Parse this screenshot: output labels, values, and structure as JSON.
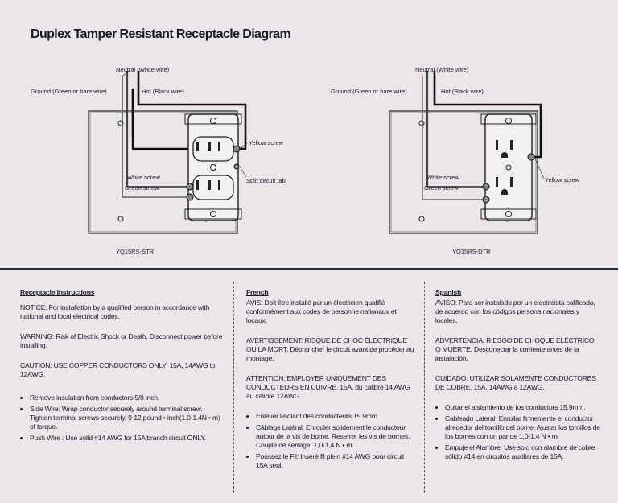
{
  "title": "Duplex Tamper Resistant Receptacle Diagram",
  "diagram_left": {
    "label_neutral": "Neutral (White wire)",
    "label_ground": "Ground (Green or bare wire)",
    "label_hot": "Hot (Black wire)",
    "label_yellow": "Yellow screw",
    "label_split": "Split circuit tab",
    "label_white_screw": "White screw",
    "label_green_screw": "Green screw",
    "model": "YQ15RS-STR"
  },
  "diagram_right": {
    "label_neutral": "Neutral (White wire)",
    "label_ground": "Ground (Green or bare wire)",
    "label_hot": "Hot (Black wire)",
    "label_yellow": "Yellow screw",
    "label_white_screw": "White screw",
    "label_green_screw": "Green screw",
    "model": "YQ15RS-DTR"
  },
  "english": {
    "heading": "Receptacle Instructions",
    "notice": "NOTICE: For installation by a qualified person in accordance with national and local electrical codes.",
    "warning": "WARNING: Risk of Electric Shock or Death. Disconnect power before installing.",
    "caution": "CAUTION: USE COPPER CONDUCTORS ONLY; 15A, 14AWG to 12AWG.",
    "bullets": [
      "Remove insulation from conductors 5/8 inch.",
      "Side Wire: Wrap conductor securely around terminal screw. Tighten terminal screws securely, 9-12 pound • inch(1.0-1.4N • m) of torque.",
      "Push Wire : Use solid #14 AWG for 15A branch circuit ONLY."
    ]
  },
  "french": {
    "heading": "French",
    "avis": "AVIS: Doit être installé par un électricien qualifié conformément aux codes de personne nationaux et locaux.",
    "warning": "AVERTISSEMENT: RISQUE DE CHOC ÉLECTRIQUE OU LA MORT. Débrancher le circuit avant de procéder au montage.",
    "caution": "ATTENTION: EMPLOYER UNIQUEMENT DES CONDUCTEURS EN CUIVRE. 15A, du calibre 14 AWG au calibre 12AWG.",
    "bullets": [
      "Enlever l'isolant des conducteurs 15.9mm.",
      "Câblage Latéral: Enrouler solidement le conducteur autour de la vis de borne. Reserrer les vis de bornes. Couple de serrage: 1,0-1,4 N • m.",
      "Poussez le Fil: Inséré fil plein #14 AWG pour circuit 15A seul."
    ]
  },
  "spanish": {
    "heading": "Spanish",
    "aviso": "AVISO: Para ser instalado por un electricista calificado, de acuerdo con los códigos persona nacionales y locales.",
    "warning": "ADVERTENCIA: RIESGO DE CHOQUE ELÉCTRICO O MUERTE. Desconectar la corriente antes de la instalación.",
    "caution": "CUIDADO: UTILIZAR SOLAMENTE CONDUCTORES DE COBRE. 15A, 14AWG a 12AWG.",
    "bullets": [
      "Quitar el aislamiento de los conductors 15.9mm.",
      "Cableado Lateral: Enrollar firmemente el conductor alrededor del tornillo del borne. Ajustar los tornillos de los bornes con un par de 1,0-1,4 N • m.",
      "Empuje el Alambre: Use solo con alambre de cobre sólido #14,en circuitos auxiliares de 15A."
    ]
  }
}
